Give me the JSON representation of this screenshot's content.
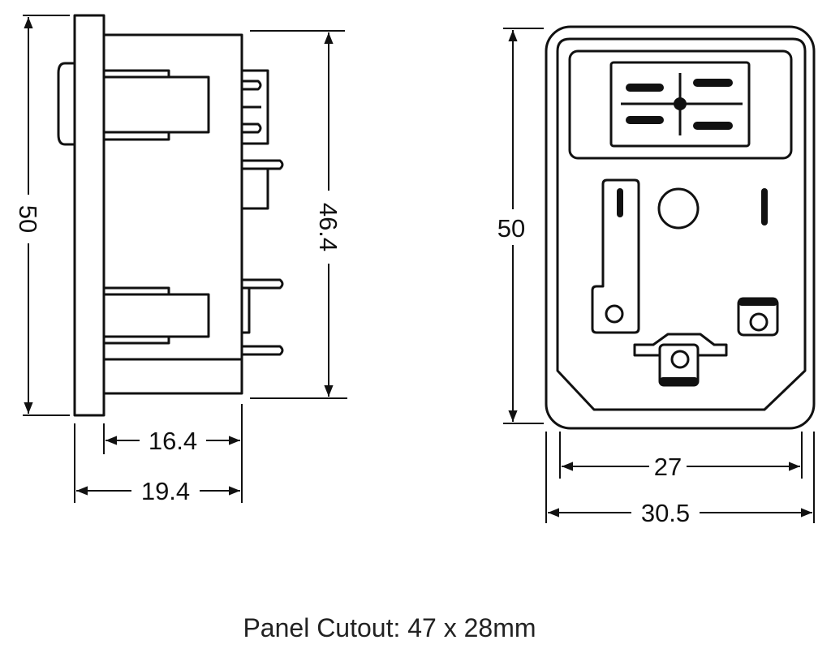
{
  "side_view": {
    "height_label": "50",
    "body_height_label": "46.4",
    "body_depth_label": "16.4",
    "total_depth_label": "19.4"
  },
  "front_view": {
    "height_label": "50",
    "inner_width_label": "27",
    "outer_width_label": "30.5"
  },
  "caption": "Panel Cutout: 47 x 28mm"
}
